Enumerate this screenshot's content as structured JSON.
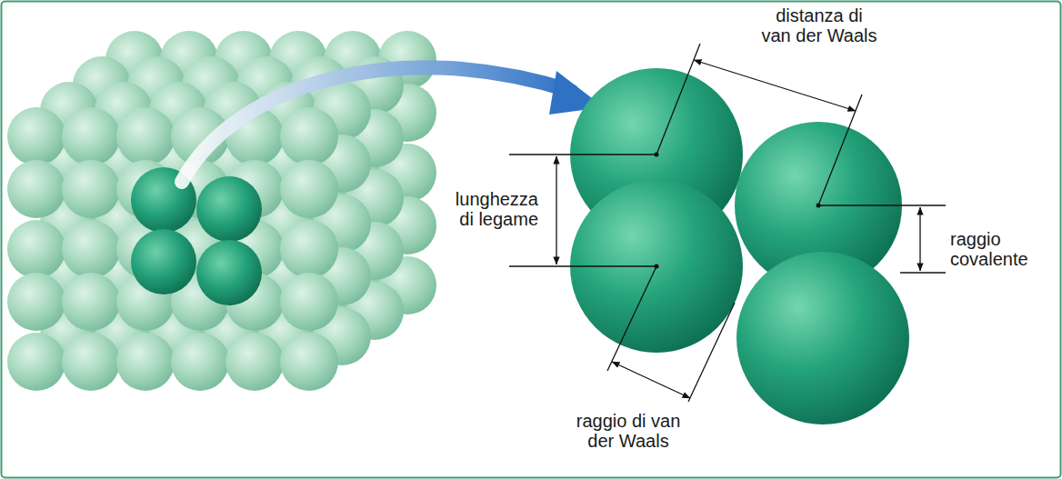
{
  "diagram": {
    "labels": [
      "distanza di van der Waals",
      "lunghezza di legame",
      "raggio covalente",
      "raggio di van der Waals"
    ]
  }
}
